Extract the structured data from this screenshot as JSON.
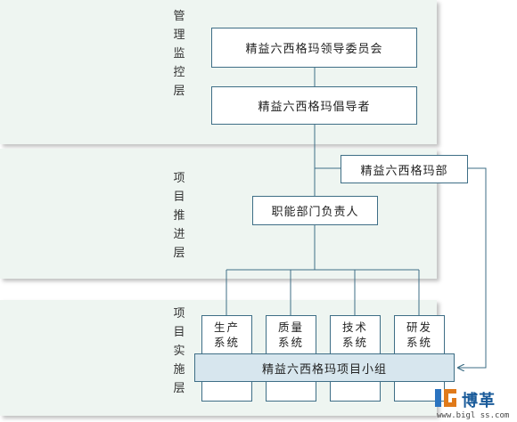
{
  "layers": [
    {
      "label": "管理监控层"
    },
    {
      "label": "项目推进层"
    },
    {
      "label": "项目实施层"
    }
  ],
  "nodes": {
    "committee": "精益六西格玛领导委员会",
    "champion": "精益六西格玛倡导者",
    "dept": "精益六西格玛部",
    "functional_head": "职能部门负责人",
    "systems": [
      "生产\n系统",
      "质量\n系统",
      "技术\n系统",
      "研发\n系统"
    ],
    "team": "精益六西格玛项目小组"
  },
  "logo": {
    "name": "博革",
    "url": "www.bigl ss.com"
  }
}
